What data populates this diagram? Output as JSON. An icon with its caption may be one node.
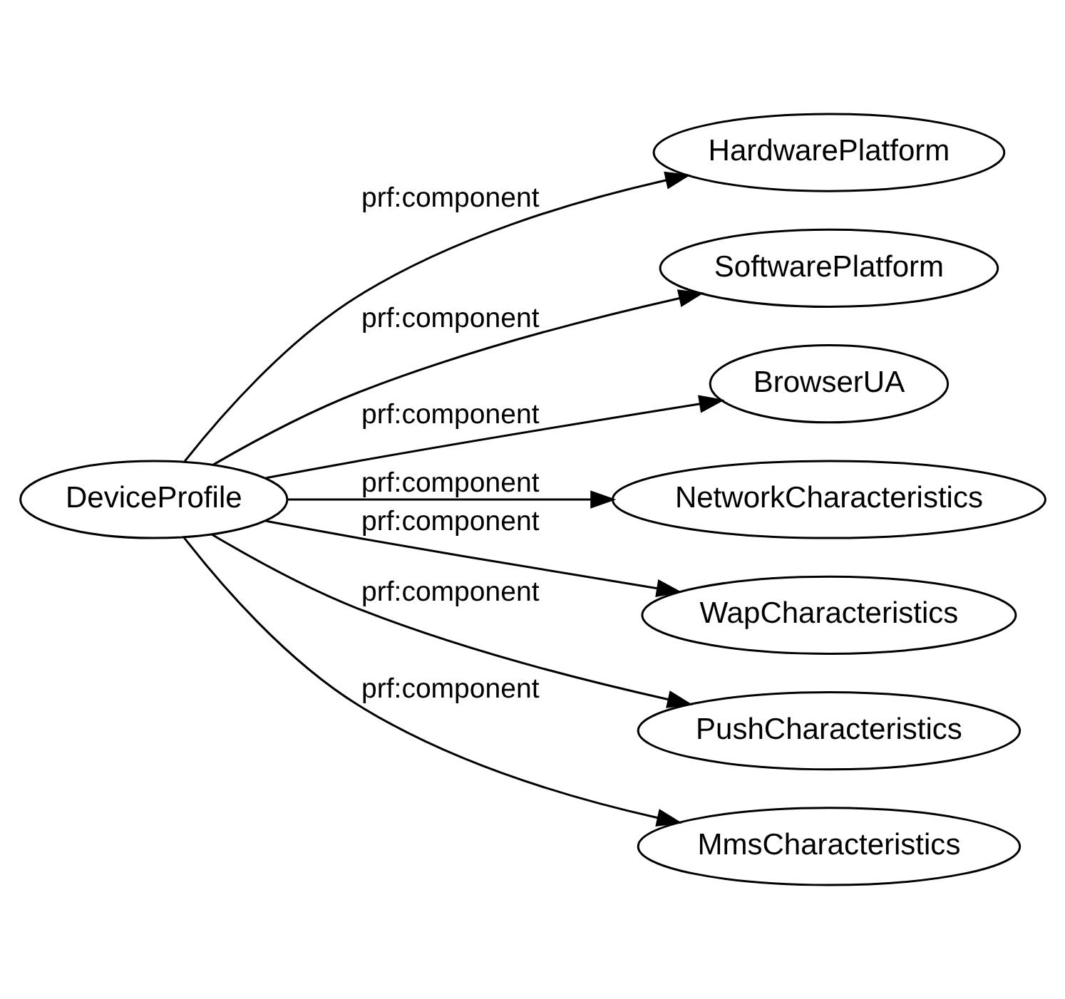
{
  "diagram": {
    "nodes": [
      {
        "text": [
          "DeviceProfile"
        ]
      },
      {
        "text": [
          "HardwarePlatform"
        ]
      },
      {
        "text": [
          "SoftwarePlatform"
        ]
      },
      {
        "text": [
          "BrowserUA"
        ]
      },
      {
        "text": [
          "NetworkCharacteristics"
        ]
      },
      {
        "text": [
          "WapCharacteristics"
        ]
      },
      {
        "text": [
          "PushCharacteristics"
        ]
      },
      {
        "text": [
          "MmsCharacteristics"
        ]
      }
    ],
    "edges": [
      {
        "from": 0,
        "to": 1,
        "arrow": "to",
        "label": "prf:component"
      },
      {
        "from": 0,
        "to": 2,
        "arrow": "to",
        "label": "prf:component"
      },
      {
        "from": 0,
        "to": 3,
        "arrow": "to",
        "label": "prf:component"
      },
      {
        "from": 0,
        "to": 4,
        "arrow": "to",
        "label": "prf:component"
      },
      {
        "from": 0,
        "to": 5,
        "arrow": "to",
        "label": "prf:component"
      },
      {
        "from": 0,
        "to": 6,
        "arrow": "to",
        "label": "prf:component"
      },
      {
        "from": 0,
        "to": 7,
        "arrow": "to",
        "label": "prf:component"
      }
    ]
  }
}
